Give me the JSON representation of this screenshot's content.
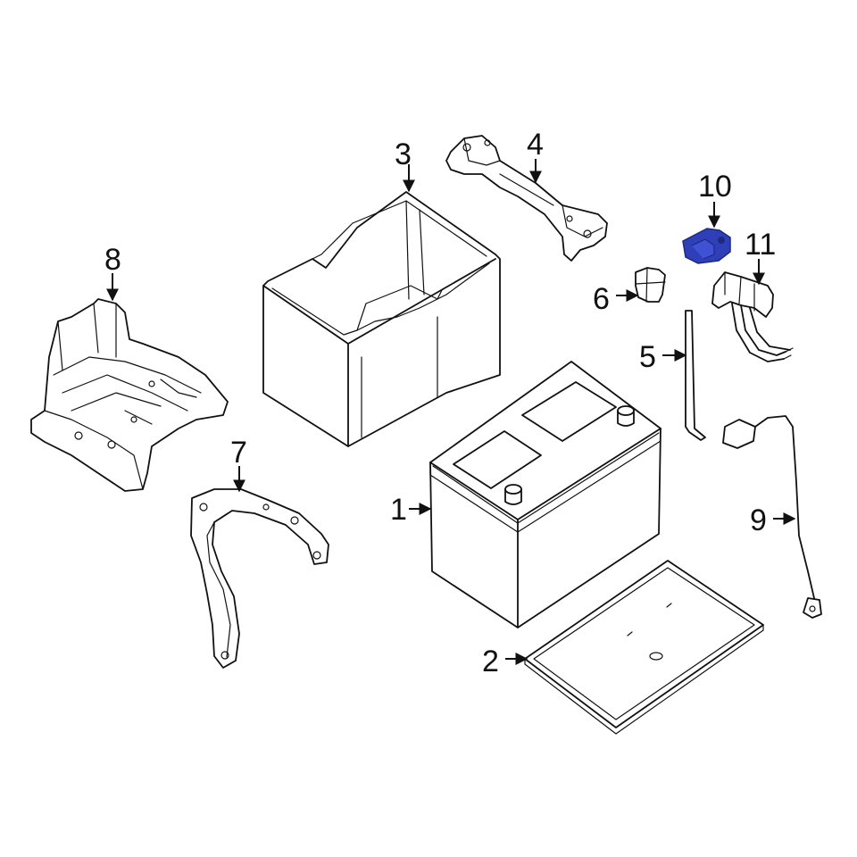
{
  "diagram": {
    "highlight_color": "#2f3fb8",
    "callouts": [
      {
        "id": "battery",
        "label": "1"
      },
      {
        "id": "tray",
        "label": "2"
      },
      {
        "id": "cover",
        "label": "3"
      },
      {
        "id": "hold-down-bracket",
        "label": "4"
      },
      {
        "id": "rod",
        "label": "5"
      },
      {
        "id": "clip",
        "label": "6"
      },
      {
        "id": "support-bracket",
        "label": "7"
      },
      {
        "id": "tray-base",
        "label": "8"
      },
      {
        "id": "cable",
        "label": "9"
      },
      {
        "id": "terminal-cover",
        "label": "10"
      },
      {
        "id": "terminal-assembly",
        "label": "11"
      }
    ]
  }
}
